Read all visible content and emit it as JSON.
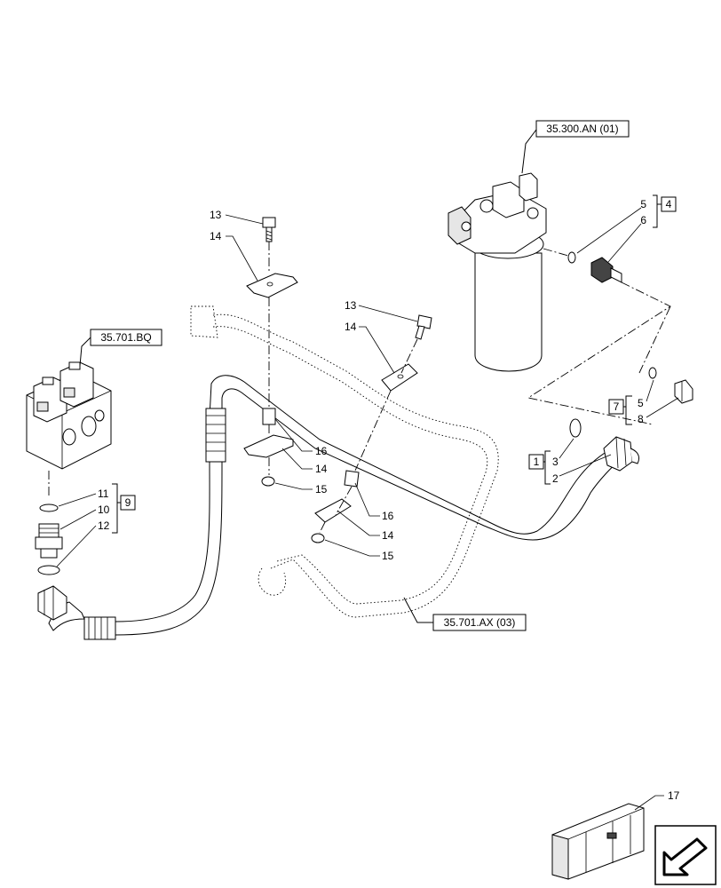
{
  "references": {
    "filter": "35.300.AN (01)",
    "valve": "35.701.BQ",
    "pipe": "35.701.AX (03)"
  },
  "callouts": {
    "c1": "1",
    "c2": "2",
    "c3": "3",
    "c4": "4",
    "c5a": "5",
    "c5b": "5",
    "c6": "6",
    "c7": "7",
    "c8": "8",
    "c9": "9",
    "c10": "10",
    "c11": "11",
    "c12": "12",
    "c13a": "13",
    "c13b": "13",
    "c14a": "14",
    "c14b": "14",
    "c14c": "14",
    "c14d": "14",
    "c15a": "15",
    "c15b": "15",
    "c16a": "16",
    "c16b": "16",
    "c17": "17"
  }
}
